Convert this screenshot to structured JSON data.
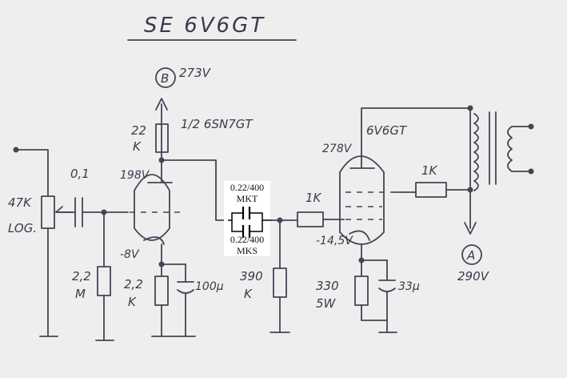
{
  "title": "SE 6V6GT",
  "supply_b": {
    "marker": "B",
    "voltage": "273V"
  },
  "supply_a": {
    "marker": "A",
    "voltage": "290V"
  },
  "input": {
    "pot_value": "47K",
    "pot_taper": "LOG.",
    "coupling_cap": "0,1",
    "grid_resistor_top": "2,2",
    "grid_resistor_bottom": "M"
  },
  "driver": {
    "tube": "1/2 6SN7GT",
    "plate_res_top": "22",
    "plate_res_bottom": "K",
    "plate_voltage": "198V",
    "cathode_voltage": "-8V",
    "cathode_res_top": "2,2",
    "cathode_res_bottom": "K",
    "cathode_cap": "100μ"
  },
  "interstage": {
    "cap1_value": "0.22/400",
    "cap1_type": "MKT",
    "cap2_value": "0.22/400",
    "cap2_type": "MKS",
    "grid_stop": "1K",
    "grid_leak_top": "390",
    "grid_leak_bottom": "K"
  },
  "output": {
    "tube": "6V6GT",
    "plate_voltage": "278V",
    "screen_res": "1K",
    "cathode_voltage": "-14,5V",
    "cathode_res_top": "330",
    "cathode_res_bottom": "5W",
    "cathode_cap": "33μ"
  }
}
